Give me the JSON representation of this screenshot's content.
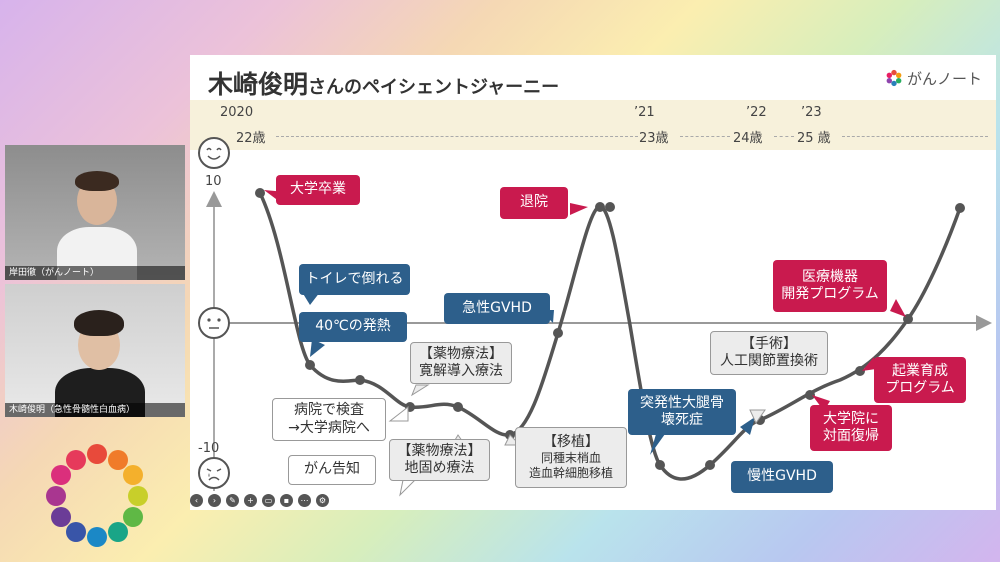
{
  "participants": [
    {
      "name": "岸田徹（がんノート）"
    },
    {
      "name": "木崎俊明（急性骨髄性白血病）"
    }
  ],
  "slide": {
    "title_name": "木崎俊明",
    "title_rest": "さんのペイシェントジャーニー",
    "brand": "がんノート",
    "timeline": {
      "years": [
        "2020",
        "’21",
        "’22",
        "’23"
      ],
      "ages": [
        "22歳",
        "23歳",
        "24歳",
        "25 歳"
      ]
    },
    "axis": {
      "top": "10",
      "bottom": "-10"
    },
    "callouts": {
      "c1": "大学卒業",
      "c2": "退院",
      "c3": "トイレで倒れる",
      "c4": "急性GVHD",
      "c5": "40℃の発熱",
      "c6a": "【薬物療法】",
      "c6b": "寛解導入療法",
      "c7a": "病院で検査",
      "c7b": "→大学病院へ",
      "c8a": "【薬物療法】",
      "c8b": "地固め療法",
      "c9": "がん告知",
      "c10a": "【移植】",
      "c10b": "同種末梢血",
      "c10c": "造血幹細胞移植",
      "c11a": "突発性大腿骨",
      "c11b": "壊死症",
      "c12": "慢性GVHD",
      "c13a": "【手術】",
      "c13b": "人工関節置換術",
      "c14a": "医療機器",
      "c14b": "開発プログラム",
      "c15a": "起業育成",
      "c15b": "プログラム",
      "c16a": "大学院に",
      "c16b": "対面復帰"
    },
    "colors": {
      "red": "#c91a4e",
      "blue": "#2d5f8b",
      "curve": "#555555",
      "timeline_bg": "#f7f1db"
    }
  }
}
